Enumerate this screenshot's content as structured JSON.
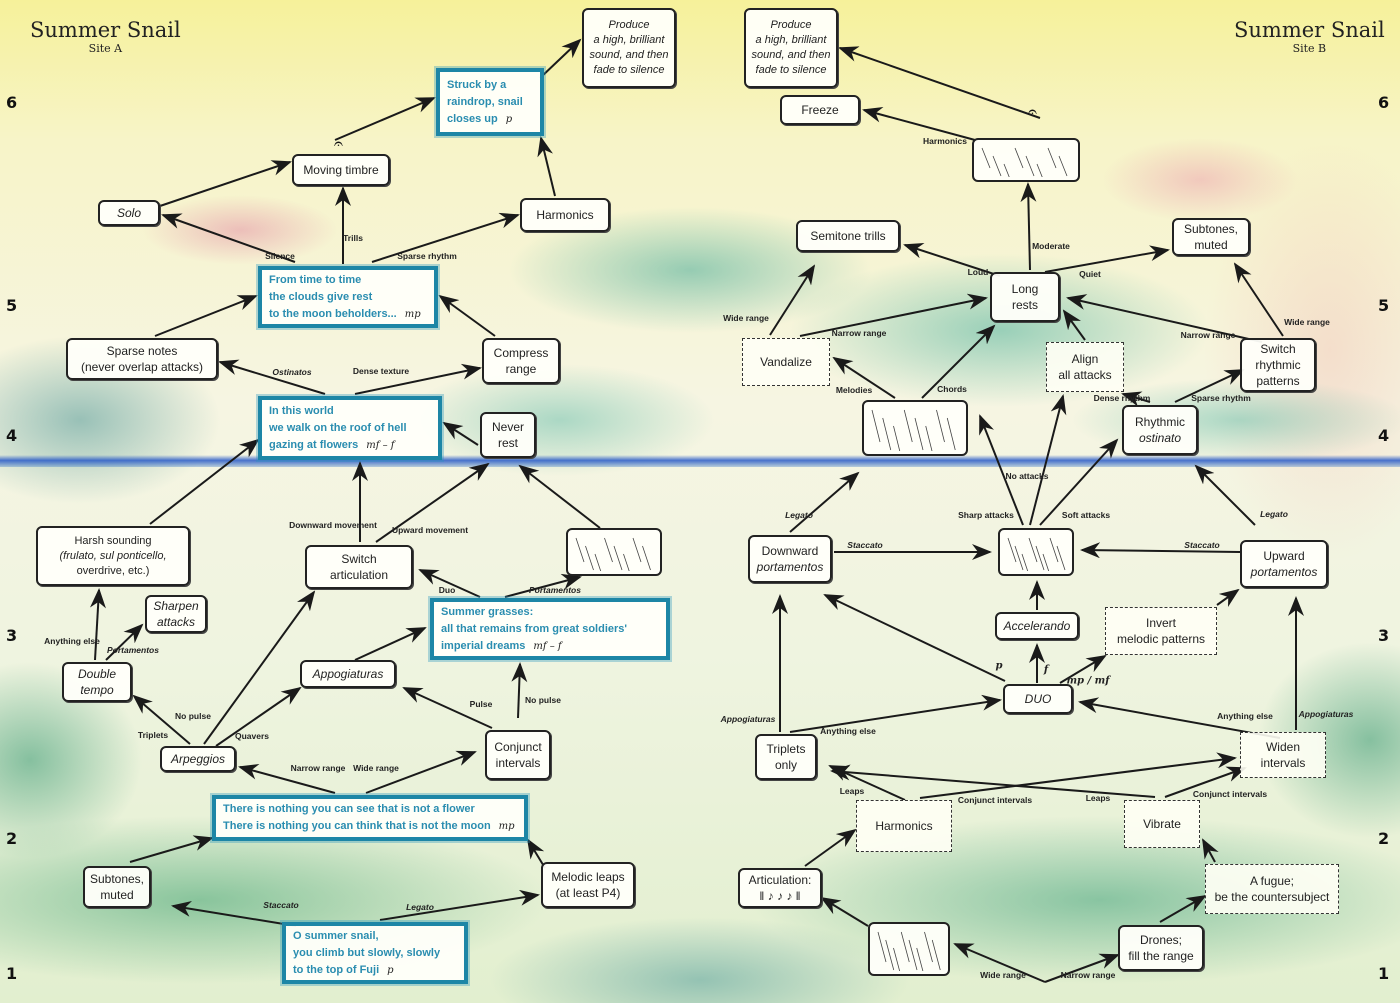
{
  "titles": {
    "left": {
      "title": "Summer Snail",
      "subtitle": "Site A"
    },
    "right": {
      "title": "Summer Snail",
      "subtitle": "Site B"
    }
  },
  "row_numbers": [
    "6",
    "5",
    "4",
    "3",
    "2",
    "1"
  ],
  "nodes": {
    "produce_a": [
      "Produce",
      "a high, brilliant",
      "sound, and then",
      "fade to silence"
    ],
    "produce_b": [
      "Produce",
      "a high, brilliant",
      "sound, and then",
      "fade to silence"
    ],
    "struck": [
      "Struck by a",
      "raindrop, snail",
      "closes up"
    ],
    "freeze": [
      "Freeze"
    ],
    "tree_image": [],
    "moving_timbre": [
      "Moving timbre"
    ],
    "solo": [
      "Solo"
    ],
    "harmonics_a": [
      "Harmonics"
    ],
    "semitone_trills": [
      "Semitone trills"
    ],
    "subtones_b": [
      "Subtones,",
      "muted"
    ],
    "from_time": [
      "From time to time",
      "the clouds give rest",
      "to the moon beholders..."
    ],
    "long_rests": [
      "Long",
      "rests"
    ],
    "sparse_notes": [
      "Sparse notes",
      "(never overlap attacks)"
    ],
    "compress_range": [
      "Compress",
      "range"
    ],
    "vandalize": [
      "Vandalize"
    ],
    "align": [
      "Align",
      "all attacks"
    ],
    "switch_rhythmic": [
      "Switch",
      "rhythmic",
      "patterns"
    ],
    "in_this_world": [
      "In this world",
      "we walk on the roof of hell",
      "gazing at flowers"
    ],
    "never_rest": [
      "Never",
      "rest"
    ],
    "staff_image": [],
    "rhythmic_ostinato": [
      "Rhythmic",
      "ostinato"
    ],
    "harsh": [
      "Harsh sounding",
      "(frulato, sul ponticello,",
      "overdrive, etc.)"
    ],
    "switch_articulation": [
      "Switch",
      "articulation"
    ],
    "texture_a": [],
    "downward": [
      "Downward",
      "portamentos"
    ],
    "texture_b": [],
    "upward": [
      "Upward",
      "portamentos"
    ],
    "sharpen": [
      "Sharpen",
      "attacks"
    ],
    "summer_grasses": [
      "Summer grasses:",
      "all that remains from great soldiers'",
      "imperial dreams"
    ],
    "accelerando": [
      "Accelerando"
    ],
    "invert": [
      "Invert",
      "melodic patterns"
    ],
    "double_tempo": [
      "Double",
      "tempo"
    ],
    "appogiaturas": [
      "Appogiaturas"
    ],
    "duo": [
      "DUO"
    ],
    "arpeggios": [
      "Arpeggios"
    ],
    "conjunct": [
      "Conjunct",
      "intervals"
    ],
    "triplets_only": [
      "Triplets",
      "only"
    ],
    "widen": [
      "Widen",
      "intervals"
    ],
    "nothing": [
      "There is nothing you can see that is not a flower",
      "There is nothing you can think that is not the moon"
    ],
    "harmonics_b": [
      "Harmonics"
    ],
    "vibrate": [
      "Vibrate"
    ],
    "subtones_a": [
      "Subtones,",
      "muted"
    ],
    "melodic_leaps": [
      "Melodic leaps",
      "(at least P4)"
    ],
    "articulation": [
      "Articulation:",
      "‖ ♪ ♪ ♪ ‖"
    ],
    "fugue": [
      "A fugue;",
      "be the countersubject"
    ],
    "o_summer": [
      "O summer snail,",
      "you climb but slowly, slowly",
      "to the top of Fuji"
    ],
    "cluster_image": [],
    "drones": [
      "Drones;",
      "fill the range"
    ]
  },
  "dynamics": {
    "struck": "p",
    "from_time": "mp",
    "in_this_world": "mf – f",
    "summer_grasses": "mf – f",
    "nothing": "mp",
    "o_summer": "p"
  },
  "edge_labels": [
    "Trills",
    "Silence",
    "Sparse rhythm",
    "Ostinatos",
    "Dense texture",
    "Downward movement",
    "Upward movement",
    "Duo",
    "Portamentos",
    "Anything else",
    "Portamentos",
    "Triplets",
    "No pulse",
    "Quavers",
    "Pulse",
    "No pulse",
    "Narrow range",
    "Wide range",
    "Staccato",
    "Legato",
    "Harmonics",
    "Moderate",
    "Loud",
    "Quiet",
    "Wide range",
    "Narrow range",
    "Melodies",
    "Chords",
    "Narrow range",
    "Wide range",
    "Dense rhythm",
    "Sparse rhythm",
    "No attacks",
    "Sharp attacks",
    "Soft attacks",
    "Legato",
    "Staccato",
    "Staccato",
    "Legato",
    "f",
    "p",
    "mp / mf",
    "Appogiaturas",
    "Anything else",
    "Anything else",
    "Appogiaturas",
    "Leaps",
    "Conjunct intervals",
    "Leaps",
    "Conjunct intervals",
    "Wide range",
    "Narrow range"
  ]
}
